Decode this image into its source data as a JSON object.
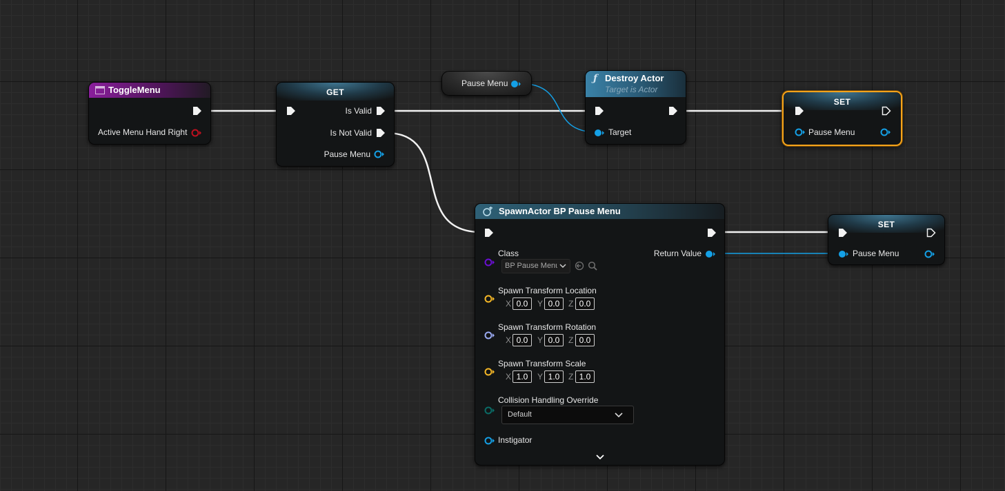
{
  "colors": {
    "exec": "#f2f2f2",
    "object_pin": "#14a0e6",
    "class_pin": "#6a0fd3",
    "vector_pin": "#f5b726",
    "rotator_pin": "#9aaaf2",
    "enum_pin": "#0a6b66",
    "delegate_pin": "#c0101f",
    "selection": "#f4a31b",
    "function_header": "#8a1f9c",
    "call_header": "#3a82a8"
  },
  "toggle_menu": {
    "title": "ToggleMenu",
    "icon": "event-icon",
    "pin_active_menu": "Active Menu Hand Right"
  },
  "get_node": {
    "title": "GET",
    "pin_is_valid": "Is Valid",
    "pin_is_not_valid": "Is Not Valid",
    "pin_pause_menu": "Pause Menu"
  },
  "pause_menu_var": {
    "label": "Pause Menu"
  },
  "destroy_actor": {
    "icon": "function-icon",
    "title": "Destroy Actor",
    "subtitle": "Target is Actor",
    "pin_target": "Target"
  },
  "set_top": {
    "title": "SET",
    "pin_pause_menu": "Pause Menu"
  },
  "set_bottom": {
    "title": "SET",
    "pin_pause_menu": "Pause Menu"
  },
  "spawn_actor": {
    "icon": "spawn-icon",
    "title": "SpawnActor BP Pause Menu",
    "class_label": "Class",
    "class_value": "BP Pause Menu",
    "return_value": "Return Value",
    "location_label": "Spawn Transform Location",
    "location": {
      "x": "0.0",
      "y": "0.0",
      "z": "0.0"
    },
    "rotation_label": "Spawn Transform Rotation",
    "rotation": {
      "x": "0.0",
      "y": "0.0",
      "z": "0.0"
    },
    "scale_label": "Spawn Transform Scale",
    "scale": {
      "x": "1.0",
      "y": "1.0",
      "z": "1.0"
    },
    "collision_label": "Collision Handling Override",
    "collision_value": "Default",
    "instigator_label": "Instigator"
  },
  "axes": {
    "x": "X",
    "y": "Y",
    "z": "Z"
  }
}
